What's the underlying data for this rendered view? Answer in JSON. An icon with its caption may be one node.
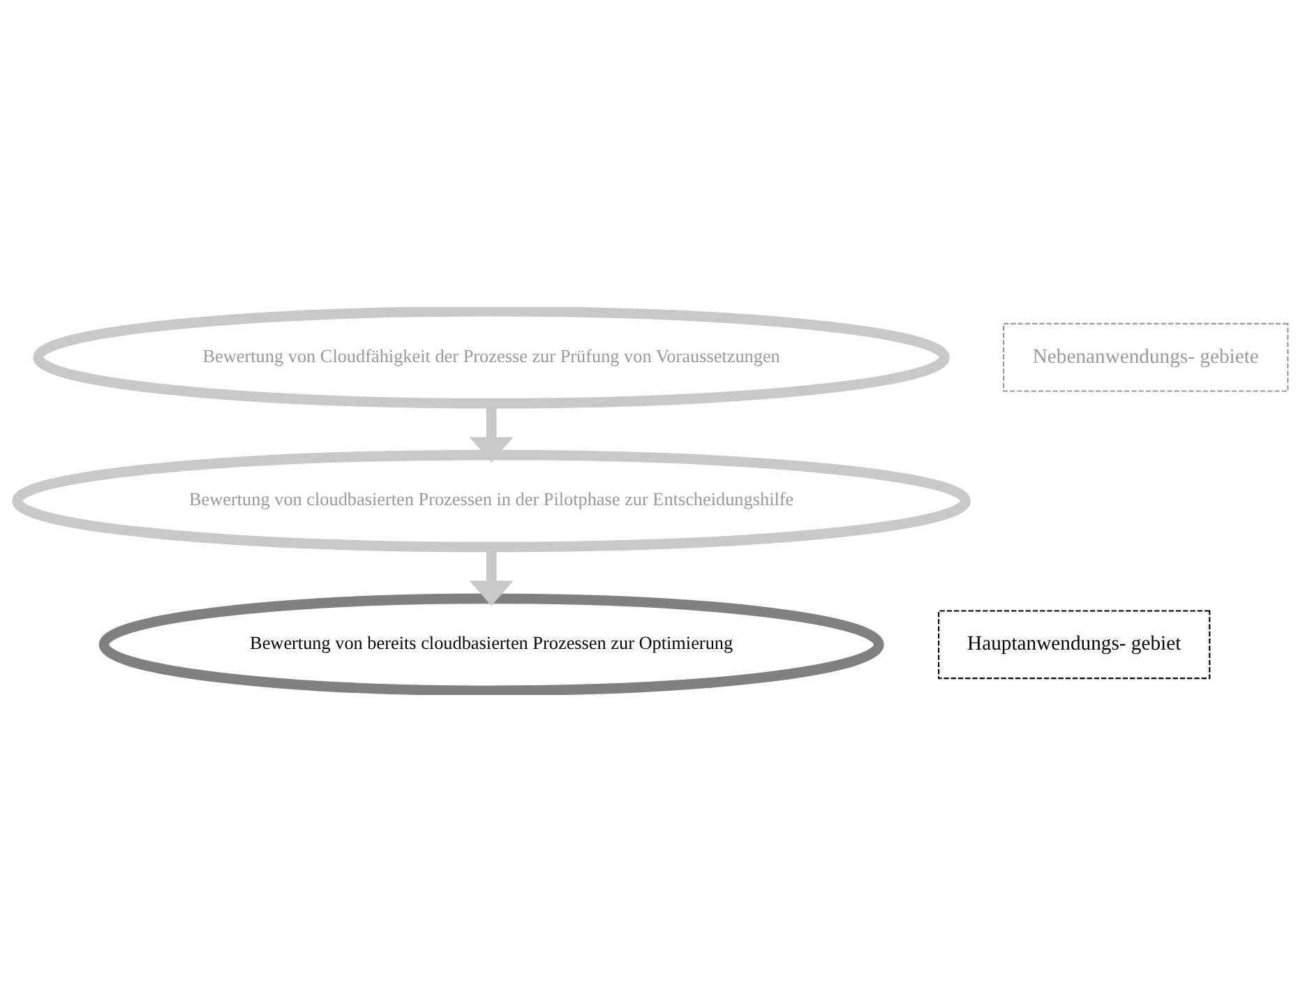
{
  "diagram": {
    "nodes": [
      {
        "text": [
          "Bewertung von Cloudfähigkeit der Prozesse zur Prüfung von Voraussetzungen"
        ]
      },
      {
        "text": [
          "Bewertung von cloudbasierten Prozessen in der Pilotphase zur Entscheidungshilfe"
        ]
      },
      {
        "text": [
          "Bewertung von bereits cloudbasierten Prozessen zur Optimierung"
        ]
      }
    ],
    "edges": [
      {
        "from": 0,
        "to": 1,
        "arrow": "to"
      },
      {
        "from": 1,
        "to": 2,
        "arrow": "to"
      }
    ],
    "labels": [
      "Nebenanwendungs- gebiete",
      "Hauptanwendungs- gebiet"
    ]
  }
}
